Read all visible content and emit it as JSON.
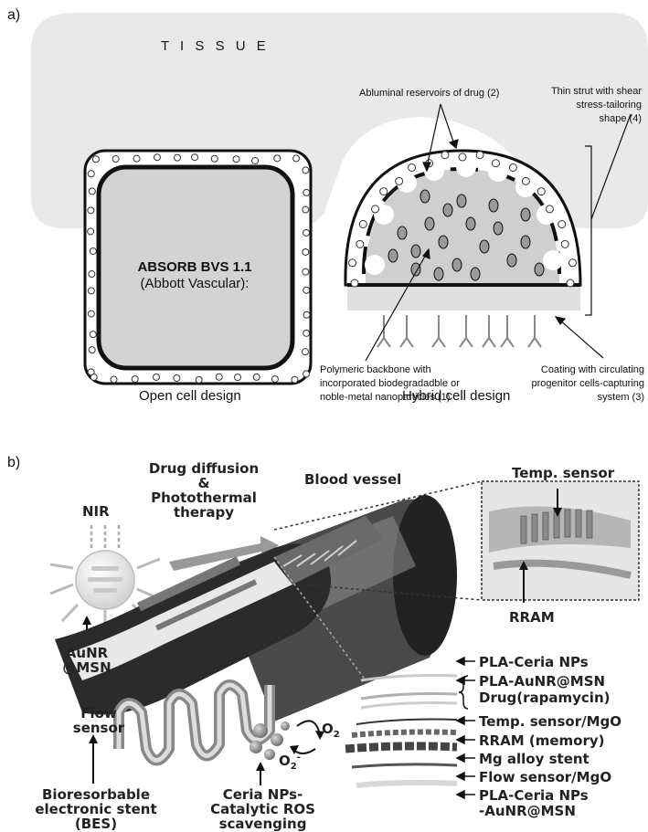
{
  "panel_a": {
    "label": "a)",
    "tissue": "T I S S U E",
    "open_cell": {
      "title": "ABSORB BVS 1.1",
      "subtitle": "(Abbott Vascular):",
      "caption": "Open cell design"
    },
    "hybrid_cell": {
      "caption": "Hybrid cell design",
      "reservoirs": "Abluminal reservoirs of drug (2)",
      "strut": [
        "Thin strut with shear",
        "stress-tailoring",
        "shape (4)"
      ],
      "backbone": [
        "Polymeric backbone with",
        "incorporated biodegradadble or",
        "noble-metal nanoparticles (1)"
      ],
      "coating": [
        "Coating with circulating",
        "progenitor cells-capturing",
        "system (3)"
      ]
    }
  },
  "panel_b": {
    "label": "b)",
    "nir": "NIR",
    "drug_diffusion": [
      "Drug diffusion &",
      "Photothermal",
      "therapy"
    ],
    "blood_vessel": "Blood vessel",
    "temp_sensor": "Temp. sensor",
    "aunr": [
      "AuNR",
      "@MSN"
    ],
    "rram": "RRAM",
    "flow_sensor": [
      "Flow",
      "sensor"
    ],
    "bes": [
      "Bioresorbable",
      "electronic stent",
      "(BES)"
    ],
    "ceria": [
      "Ceria NPs-",
      "Catalytic ROS",
      "scavenging"
    ],
    "o2": "O",
    "o2_sub": "2",
    "o2m_sub": "2",
    "o2m_sup": "-",
    "layers": [
      "PLA-Ceria NPs",
      "PLA-AuNR@MSN",
      "Drug(rapamycin)",
      "Temp. sensor/MgO",
      "RRAM (memory)",
      "Mg alloy stent",
      "Flow sensor/MgO",
      "PLA-Ceria  NPs",
      "-AuNR@MSN"
    ]
  }
}
